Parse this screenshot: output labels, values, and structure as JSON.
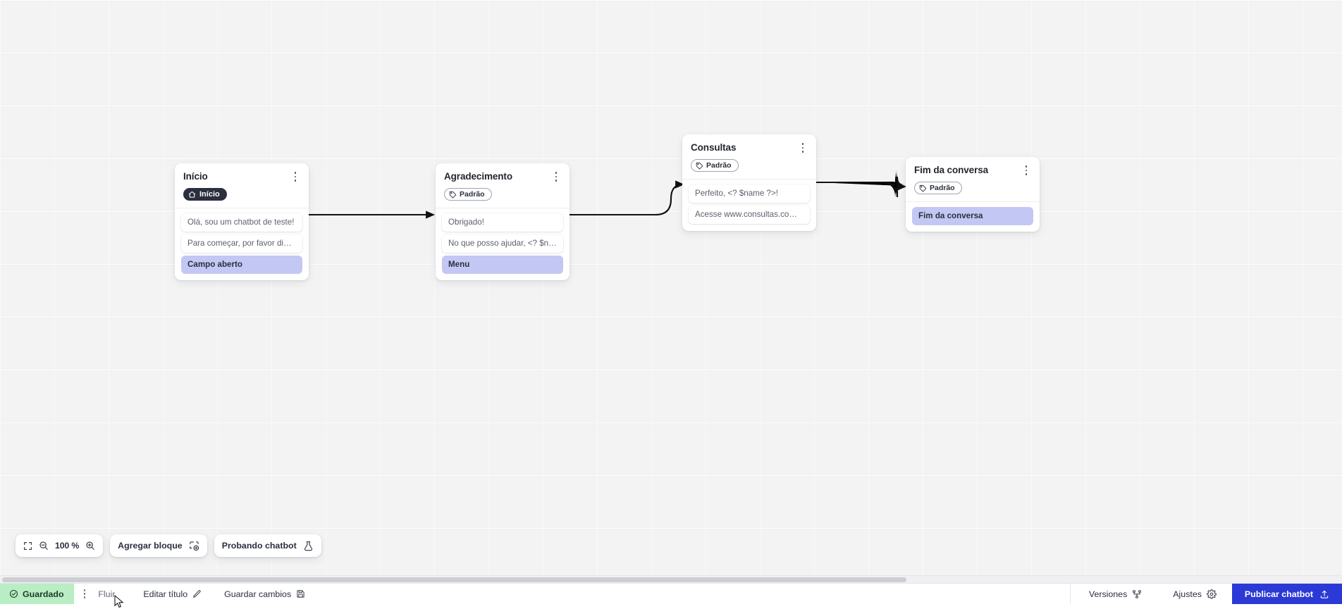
{
  "canvas": {
    "zoom_percent": "100 %",
    "grid": "dot-grid"
  },
  "nodes": [
    {
      "id": "inicio",
      "title": "Início",
      "badge": {
        "label": "Início",
        "type": "start",
        "icon": "home-icon"
      },
      "rows": [
        {
          "text": "Olá, sou um chatbot de teste!",
          "type": "message"
        },
        {
          "text": "Para começar, por favor digite o ...",
          "type": "message"
        },
        {
          "text": "Campo aberto",
          "type": "action"
        }
      ]
    },
    {
      "id": "agradecimento",
      "title": "Agradecimento",
      "badge": {
        "label": "Padrão",
        "type": "default",
        "icon": "tag-icon"
      },
      "rows": [
        {
          "text": "Obrigado!",
          "type": "message"
        },
        {
          "text": "No que posso ajudar, <? $name ...",
          "type": "message"
        },
        {
          "text": "Menu",
          "type": "action"
        }
      ]
    },
    {
      "id": "consultas",
      "title": "Consultas",
      "badge": {
        "label": "Padrão",
        "type": "default",
        "icon": "tag-icon"
      },
      "rows": [
        {
          "text": "Perfeito, <? $name ?>!",
          "type": "message"
        },
        {
          "text": "Acesse www.consultas.com par...",
          "type": "message"
        }
      ]
    },
    {
      "id": "fim",
      "title": "Fim da conversa",
      "badge": {
        "label": "Padrão",
        "type": "default",
        "icon": "tag-icon"
      },
      "rows": [
        {
          "text": "Fim da conversa",
          "type": "action"
        }
      ]
    }
  ],
  "toolbar": {
    "fit_icon": "fit-screen-icon",
    "zoom_out_icon": "zoom-out-icon",
    "zoom_in_icon": "zoom-in-icon",
    "zoom_value": "100 %",
    "add_block_label": "Agregar bloque",
    "add_block_icon": "add-block-icon",
    "test_chatbot_label": "Probando chatbot",
    "test_chatbot_icon": "flask-icon"
  },
  "statusbar": {
    "saved_label": "Guardado",
    "saved_icon": "check-circle-icon",
    "menu_icon": "kebab-icon",
    "flow_label": "Fluir",
    "edit_title_label": "Editar título",
    "edit_title_icon": "pencil-icon",
    "save_changes_label": "Guardar cambios",
    "save_changes_icon": "save-icon",
    "versions_label": "Versiones",
    "versions_icon": "branch-icon",
    "settings_label": "Ajustes",
    "settings_icon": "gear-icon",
    "publish_label": "Publicar chatbot",
    "publish_icon": "upload-icon"
  },
  "colors": {
    "accent_blue": "#2b3ad6",
    "action_row": "#c3c7f4",
    "saved_green": "#b9edc4",
    "badge_dark": "#2b2f3e",
    "canvas": "#f3f3f4"
  }
}
